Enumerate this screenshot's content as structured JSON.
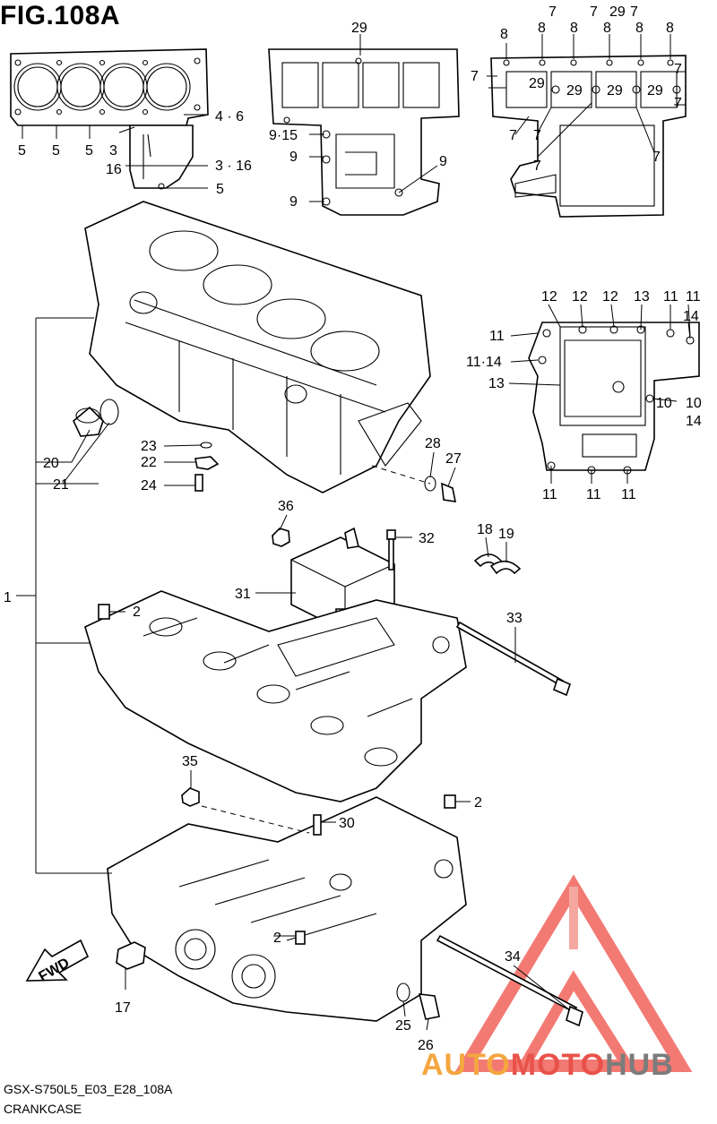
{
  "figure": {
    "title": "FIG.108A",
    "code": "GSX-S750L5_E03_E28_108A",
    "name": "CRANKCASE"
  },
  "watermark": {
    "part1": "AUTO",
    "part2": "MOTO",
    "part3": "HUB",
    "colors": {
      "auto": "#f4a640",
      "moto": "#e8524a",
      "hub": "#7c7c7c",
      "triangle": "#ee4e45"
    }
  },
  "fwd_arrow": "FWD",
  "callouts": [
    {
      "id": "c1",
      "text": "1"
    },
    {
      "id": "c2a",
      "text": "2"
    },
    {
      "id": "c2b",
      "text": "2"
    },
    {
      "id": "c2c",
      "text": "2"
    },
    {
      "id": "c3",
      "text": "3"
    },
    {
      "id": "c16",
      "text": "16"
    },
    {
      "id": "c3-16",
      "text": "3 · 16"
    },
    {
      "id": "c4-6",
      "text": "4 · 6"
    },
    {
      "id": "c5a",
      "text": "5"
    },
    {
      "id": "c5b",
      "text": "5"
    },
    {
      "id": "c5c",
      "text": "5"
    },
    {
      "id": "c5d",
      "text": "5"
    },
    {
      "id": "c9-15",
      "text": "9·15"
    },
    {
      "id": "c9a",
      "text": "9"
    },
    {
      "id": "c9b",
      "text": "9"
    },
    {
      "id": "c9c",
      "text": "9"
    },
    {
      "id": "c29top",
      "text": "29"
    },
    {
      "id": "c7a",
      "text": "7"
    },
    {
      "id": "c7b",
      "text": "7"
    },
    {
      "id": "c7c",
      "text": "7"
    },
    {
      "id": "c7d",
      "text": "7"
    },
    {
      "id": "c7e",
      "text": "7"
    },
    {
      "id": "c7f",
      "text": "7"
    },
    {
      "id": "c7g",
      "text": "7"
    },
    {
      "id": "c7h",
      "text": "7"
    },
    {
      "id": "c7i",
      "text": "7"
    },
    {
      "id": "c7j",
      "text": "7"
    },
    {
      "id": "c8a",
      "text": "8"
    },
    {
      "id": "c8b",
      "text": "8"
    },
    {
      "id": "c8c",
      "text": "8"
    },
    {
      "id": "c8d",
      "text": "8"
    },
    {
      "id": "c8e",
      "text": "8"
    },
    {
      "id": "c8f",
      "text": "8"
    },
    {
      "id": "c29a",
      "text": "29"
    },
    {
      "id": "c29b",
      "text": "29"
    },
    {
      "id": "c29c",
      "text": "29"
    },
    {
      "id": "c29d",
      "text": "29"
    },
    {
      "id": "c29e",
      "text": "29"
    },
    {
      "id": "c12a",
      "text": "12"
    },
    {
      "id": "c12b",
      "text": "12"
    },
    {
      "id": "c12c",
      "text": "12"
    },
    {
      "id": "c13a",
      "text": "13"
    },
    {
      "id": "c13b",
      "text": "13"
    },
    {
      "id": "c11a",
      "text": "11"
    },
    {
      "id": "c11b",
      "text": "11"
    },
    {
      "id": "c11c",
      "text": "11"
    },
    {
      "id": "c11d",
      "text": "11"
    },
    {
      "id": "c11e",
      "text": "11"
    },
    {
      "id": "c11f",
      "text": "11"
    },
    {
      "id": "c11-14",
      "text": "11·14"
    },
    {
      "id": "c14a",
      "text": "14"
    },
    {
      "id": "c14b",
      "text": "14"
    },
    {
      "id": "c10a",
      "text": "10"
    },
    {
      "id": "c10b",
      "text": "10"
    },
    {
      "id": "c17",
      "text": "17"
    },
    {
      "id": "c18",
      "text": "18"
    },
    {
      "id": "c19",
      "text": "19"
    },
    {
      "id": "c20",
      "text": "20"
    },
    {
      "id": "c21",
      "text": "21"
    },
    {
      "id": "c22",
      "text": "22"
    },
    {
      "id": "c23",
      "text": "23"
    },
    {
      "id": "c24",
      "text": "24"
    },
    {
      "id": "c25",
      "text": "25"
    },
    {
      "id": "c26",
      "text": "26"
    },
    {
      "id": "c27",
      "text": "27"
    },
    {
      "id": "c28",
      "text": "28"
    },
    {
      "id": "c30",
      "text": "30"
    },
    {
      "id": "c31",
      "text": "31"
    },
    {
      "id": "c32",
      "text": "32"
    },
    {
      "id": "c33",
      "text": "33"
    },
    {
      "id": "c34",
      "text": "34"
    },
    {
      "id": "c35",
      "text": "35"
    },
    {
      "id": "c36",
      "text": "36"
    }
  ]
}
